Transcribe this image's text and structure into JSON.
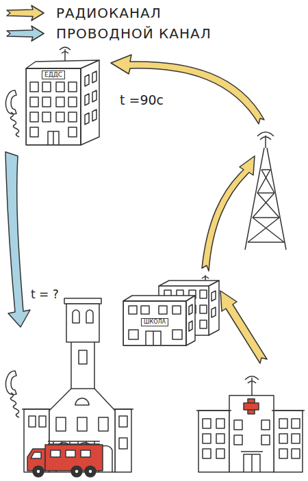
{
  "diagram": {
    "nodes": [
      {
        "text": [
          "ЕДДС"
        ]
      },
      {
        "text": [
          "ШКОЛА"
        ]
      }
    ],
    "labels": [
      "t =90с",
      "t = ?"
    ],
    "legend": [
      {
        "text": "РАДИОКАНАЛ",
        "color": "#f3d57a"
      },
      {
        "text": "ПРОВОДНОЙ КАНАЛ",
        "color": "#a9d3e3"
      }
    ]
  }
}
